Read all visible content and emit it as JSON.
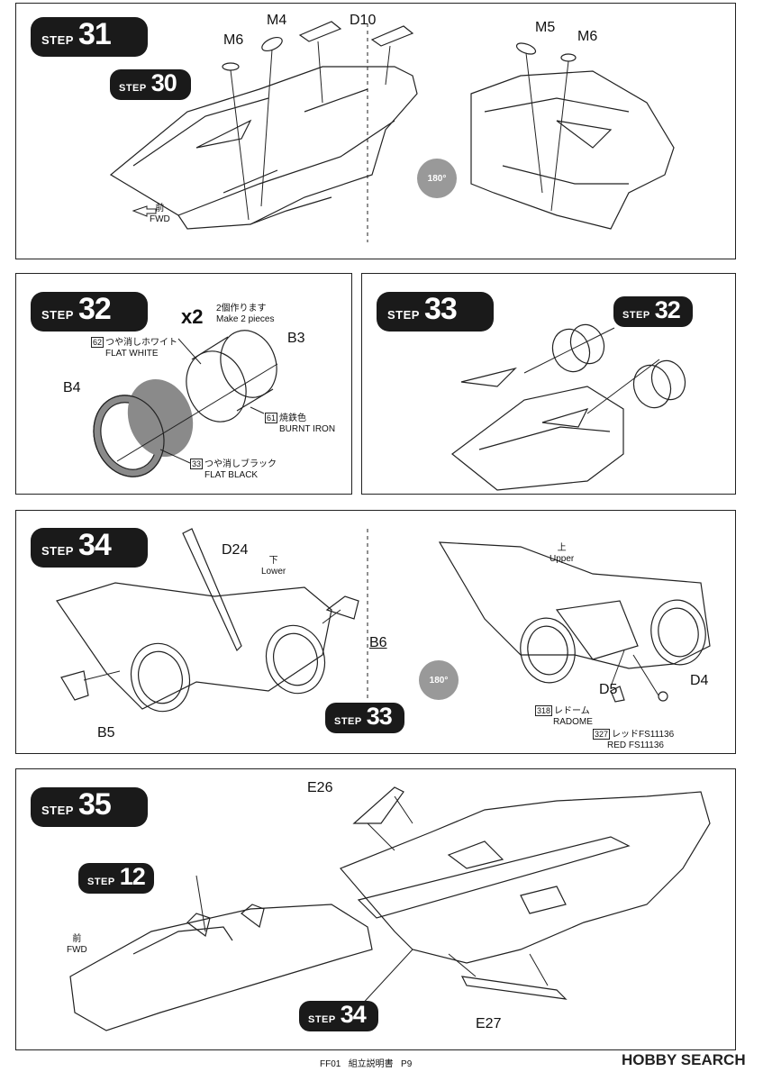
{
  "step31": {
    "badge_word": "STEP",
    "badge_num": "31",
    "sub_word": "STEP",
    "sub_num": "30",
    "parts": [
      "M6",
      "M4",
      "D10",
      "M5",
      "M6"
    ],
    "rotate": "180°",
    "fwd_jp": "前",
    "fwd_en": "FWD"
  },
  "step32": {
    "badge_word": "STEP",
    "badge_num": "32",
    "make_count": "x2",
    "make_jp": "2個作ります",
    "make_en": "Make 2 pieces",
    "parts": [
      "B3",
      "B4"
    ],
    "colors": [
      {
        "code": "62",
        "jp": "つや消しホワイト",
        "en": "FLAT WHITE"
      },
      {
        "code": "61",
        "jp": "焼鉄色",
        "en": "BURNT IRON"
      },
      {
        "code": "33",
        "jp": "つや消しブラック",
        "en": "FLAT BLACK"
      }
    ]
  },
  "step33": {
    "badge_word": "STEP",
    "badge_num": "33",
    "sub_word": "STEP",
    "sub_num": "32"
  },
  "step34": {
    "badge_word": "STEP",
    "badge_num": "34",
    "sub_word": "STEP",
    "sub_num": "33",
    "parts": [
      "D24",
      "B6",
      "B5",
      "D5",
      "D4"
    ],
    "lower_jp": "下",
    "lower_en": "Lower",
    "upper_jp": "上",
    "upper_en": "Upper",
    "rotate": "180°",
    "colors": [
      {
        "code": "318",
        "jp": "レドーム",
        "en": "RADOME"
      },
      {
        "code": "327",
        "jp": "レッドFS11136",
        "en": "RED FS11136"
      }
    ]
  },
  "step35": {
    "badge_word": "STEP",
    "badge_num": "35",
    "sub1_word": "STEP",
    "sub1_num": "12",
    "sub2_word": "STEP",
    "sub2_num": "34",
    "parts": [
      "E26",
      "E27"
    ],
    "fwd_jp": "前",
    "fwd_en": "FWD"
  },
  "footer": {
    "code": "FF01",
    "title_jp": "組立説明書",
    "page": "P9"
  },
  "watermark": "HOBBY SEARCH"
}
